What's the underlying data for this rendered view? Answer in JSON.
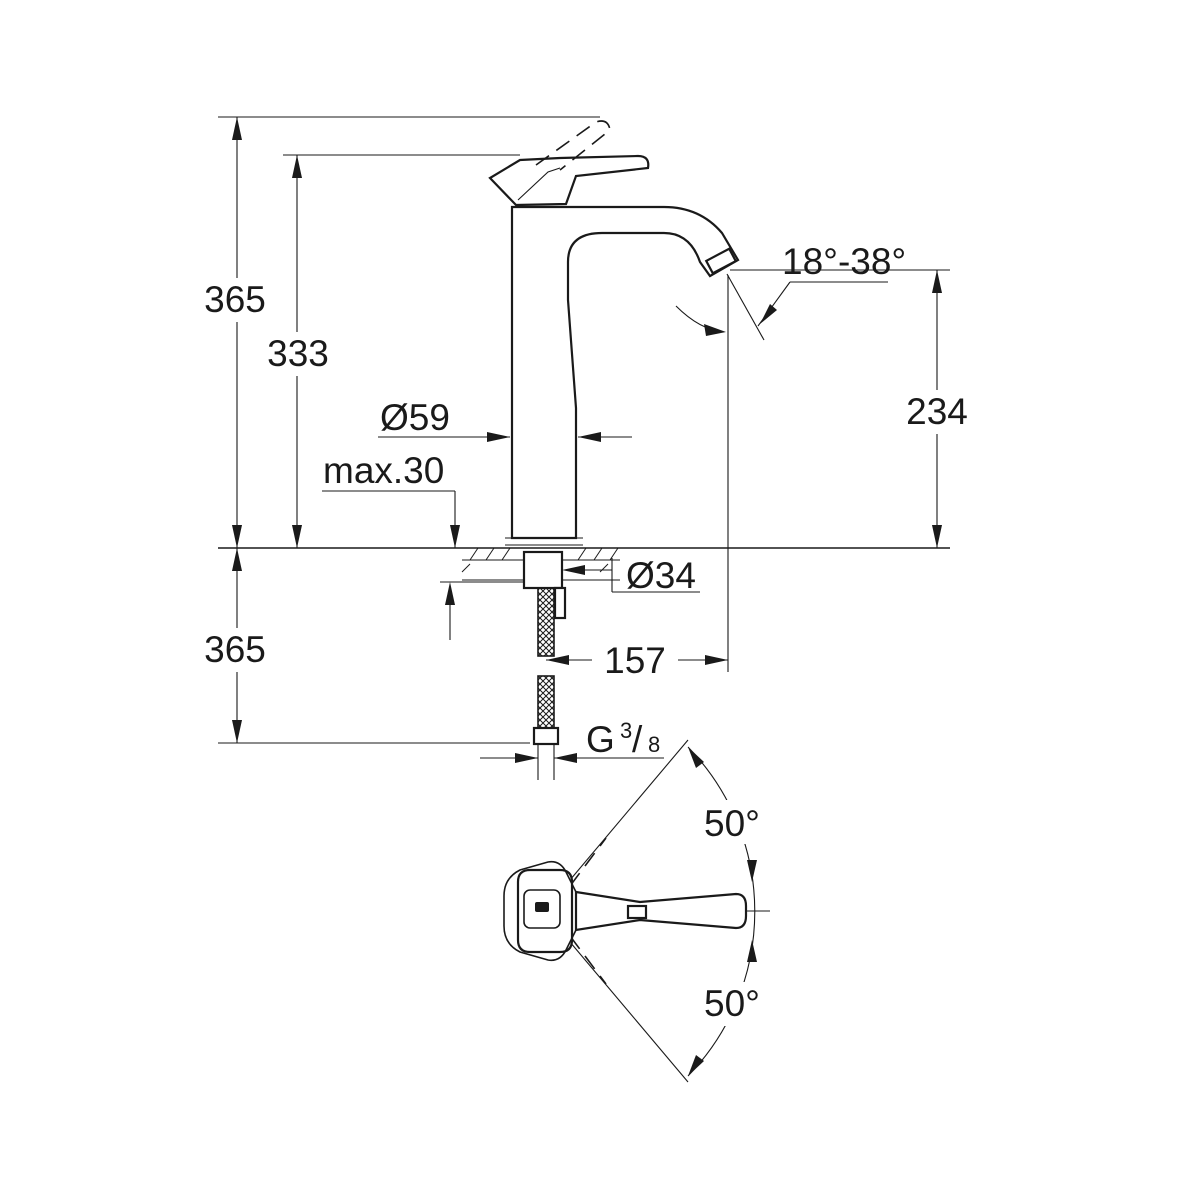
{
  "dimensions": {
    "total_height_lever_up": "365",
    "height_to_lever": "333",
    "spout_height": "234",
    "body_diameter": "Ø59",
    "max_countertop": "max.30",
    "hole_diameter": "Ø34",
    "below_counter_length": "365",
    "spout_reach": "157",
    "connection_thread": "G",
    "thread_numerator": "3",
    "thread_denominator": "8",
    "jet_angle": "18°-38°",
    "lever_rotation_upper": "50°",
    "lever_rotation_lower": "50°"
  },
  "colors": {
    "line": "#1a1a1a",
    "background": "#ffffff"
  }
}
